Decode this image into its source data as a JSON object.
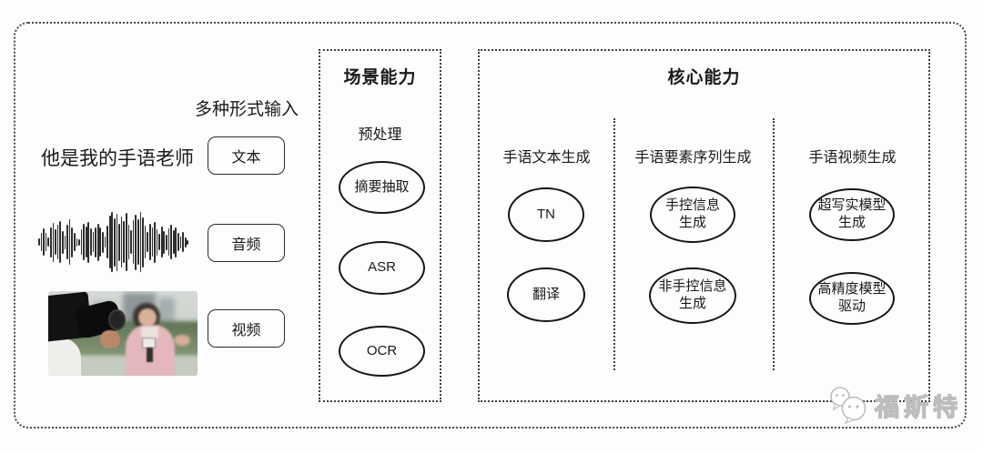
{
  "diagram": {
    "input_section": {
      "label": "多种形式输入",
      "sample_text": "他是我的手语老师",
      "types": [
        {
          "label": "文本"
        },
        {
          "label": "音频"
        },
        {
          "label": "视频"
        }
      ],
      "waveform_bars": [
        0.12,
        0.3,
        0.45,
        0.3,
        0.15,
        0.5,
        0.65,
        0.42,
        0.58,
        0.7,
        0.38,
        0.22,
        0.58,
        0.75,
        0.5,
        0.3,
        0.14,
        0.1,
        0.42,
        0.6,
        0.52,
        0.68,
        0.45,
        0.33,
        0.5,
        0.62,
        0.48,
        0.35,
        0.18,
        0.55,
        0.88,
        1.0,
        0.8,
        0.95,
        0.62,
        0.85,
        0.7,
        0.97,
        0.58,
        0.4,
        0.72,
        0.92,
        0.76,
        1.0,
        0.84,
        0.55,
        0.33,
        0.6,
        0.48,
        0.68,
        0.44,
        0.28,
        0.52,
        0.38,
        0.25,
        0.46,
        0.58,
        0.4,
        0.5,
        0.3,
        0.2,
        0.34,
        0.16,
        0.08
      ]
    },
    "scene_box": {
      "title": "场景能力",
      "subtitle": "预处理",
      "nodes": [
        {
          "lines": [
            "摘要抽取"
          ]
        },
        {
          "lines": [
            "ASR"
          ]
        },
        {
          "lines": [
            "OCR"
          ]
        }
      ]
    },
    "core_box": {
      "title": "核心能力",
      "columns": [
        {
          "header": "手语文本生成",
          "nodes": [
            {
              "lines": [
                "TN"
              ]
            },
            {
              "lines": [
                "翻译"
              ]
            }
          ]
        },
        {
          "header": "手语要素序列生成",
          "nodes": [
            {
              "lines": [
                "手控信息",
                "生成"
              ]
            },
            {
              "lines": [
                "非手控信息",
                "生成"
              ]
            }
          ]
        },
        {
          "header": "手语视频生成",
          "nodes": [
            {
              "lines": [
                "超写实模型",
                "生成"
              ]
            },
            {
              "lines": [
                "高精度模型",
                "驱动"
              ]
            }
          ]
        }
      ]
    },
    "watermark": {
      "icon": "wechat-bubbles-icon",
      "text": "福斯特"
    },
    "colors": {
      "ink": "#1a1a1a",
      "dashed_border": "#3f3f3f",
      "watermark_gray": "#c0c0c0",
      "background": "#fdfdfd"
    }
  }
}
